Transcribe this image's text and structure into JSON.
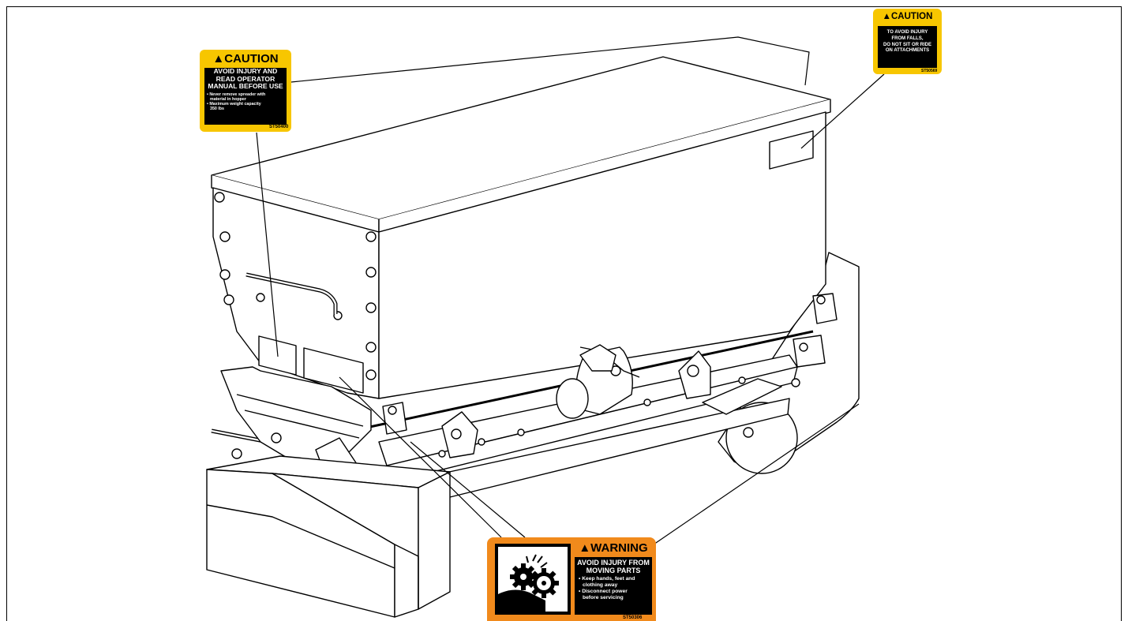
{
  "labels": {
    "caution_left": {
      "heading": "CAUTION",
      "line1": "AVOID INJURY AND",
      "line2": "READ OPERATOR",
      "line3": "MANUAL BEFORE USE",
      "bullets": [
        "• Never remove spreader with",
        "material in hopper",
        "• Maximum weight capacity",
        "350 lbs"
      ],
      "code": "ST50400"
    },
    "caution_right": {
      "heading": "CAUTION",
      "line1": "TO AVOID INJURY",
      "line2": "FROM FALLS,",
      "line3": "DO NOT SIT OR RIDE",
      "line4": "ON ATTACHMENTS",
      "code": "ST50569"
    },
    "warning_bottom": {
      "heading": "WARNING",
      "line1": "AVOID INJURY FROM",
      "line2": "MOVING PARTS",
      "bullets": [
        "• Keep hands, feet and",
        "clothing away",
        "• Disconnect power",
        "before servicing"
      ],
      "code": "ST50306"
    }
  },
  "colors": {
    "caution": "#f7c600",
    "warning": "#f18a1c",
    "line": "#000000"
  },
  "icons": {
    "warning_pictogram": "hand-gears-entanglement-icon",
    "alert_triangle": "alert-triangle-icon"
  }
}
